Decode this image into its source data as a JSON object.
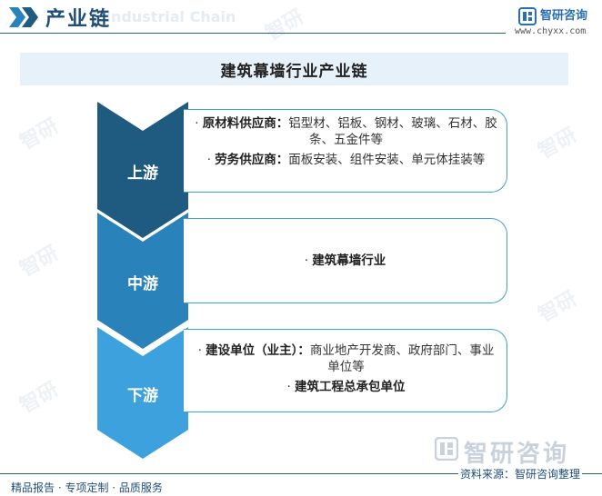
{
  "header": {
    "title": "产业链",
    "ghost": "Industrial Chain",
    "brand": {
      "name": "智研咨询",
      "url": "www.chyxx.com"
    }
  },
  "banner": {
    "title": "建筑幕墙行业产业链"
  },
  "stages": [
    {
      "label": "上游",
      "items": [
        {
          "head": "原材料供应商：",
          "text": "铝型材、铝板、钢材、玻璃、石材、胶条、五金件等"
        },
        {
          "head": "劳务供应商：",
          "text": "面板安装、组件安装、单元体挂装等"
        }
      ]
    },
    {
      "label": "中游",
      "items": [
        {
          "head": "建筑幕墙行业",
          "text": ""
        }
      ]
    },
    {
      "label": "下游",
      "items": [
        {
          "head": "建设单位（业主）：",
          "text": "商业地产开发商、政府部门、事业单位等"
        },
        {
          "head": "建筑工程总承包单位",
          "text": ""
        }
      ]
    }
  ],
  "colors": {
    "upstream": "#1f5a80",
    "midstream": "#2a82bb",
    "downstream": "#3da1dd",
    "border": "#3da1dd"
  },
  "watermark": "智研",
  "footer": {
    "brand": "智研咨询",
    "left": "精品报告 · 专项定制 · 品质服务",
    "source": "资料来源：智研咨询整理"
  }
}
